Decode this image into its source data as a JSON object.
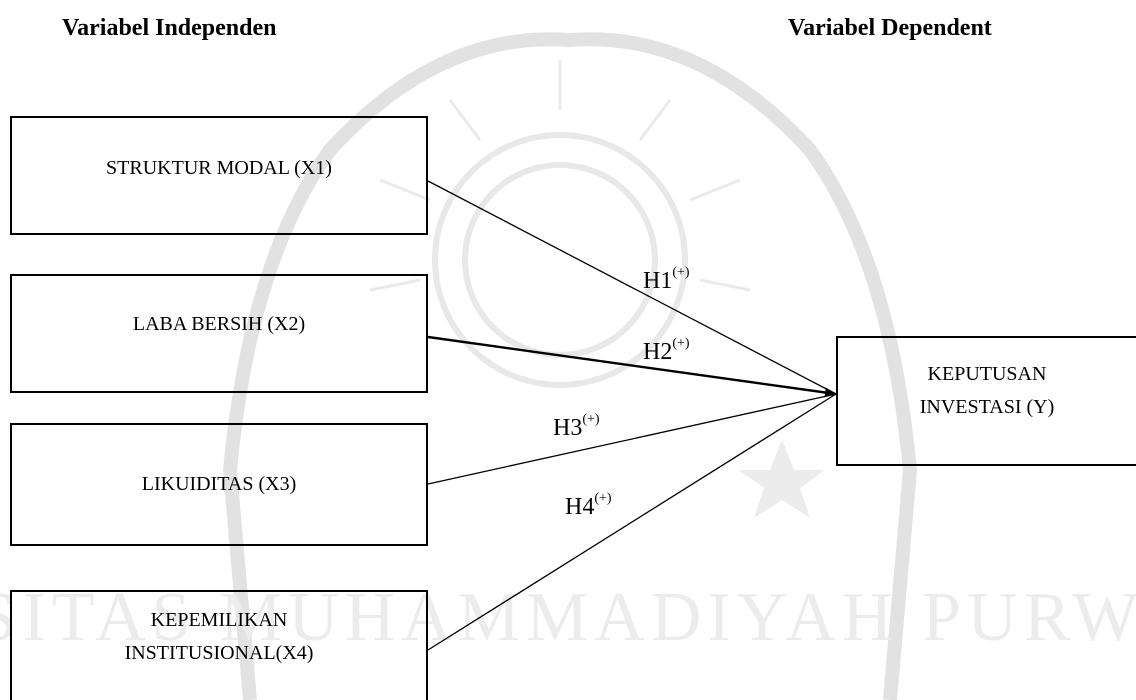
{
  "diagram": {
    "header_left": "Variabel Independen",
    "header_right": "Variabel Dependent",
    "independents": [
      {
        "label_lines": [
          "STRUKTUR MODAL (X1)"
        ]
      },
      {
        "label_lines": [
          "LABA BERSIH (X2)"
        ]
      },
      {
        "label_lines": [
          "LIKUIDITAS (X3)"
        ]
      },
      {
        "label_lines": [
          "KEPEMILIKAN",
          "INSTITUSIONAL(X4)"
        ]
      }
    ],
    "dependent": {
      "label_lines": [
        "KEPUTUSAN",
        "INVESTASI (Y)"
      ]
    },
    "hypotheses": [
      {
        "label": "H1",
        "sign": "(+)"
      },
      {
        "label": "H2",
        "sign": "(+)"
      },
      {
        "label": "H3",
        "sign": "(+)"
      },
      {
        "label": "H4",
        "sign": "(+)"
      }
    ]
  },
  "watermark": {
    "description_icon": "university-seal-watermark",
    "ring_text": "UNIVERSITAS MUHAMMADIYAH PURWOKERTO",
    "color": "#d9d9d9"
  },
  "colors": {
    "line": "#000000",
    "text": "#000000",
    "background": "#ffffff"
  }
}
